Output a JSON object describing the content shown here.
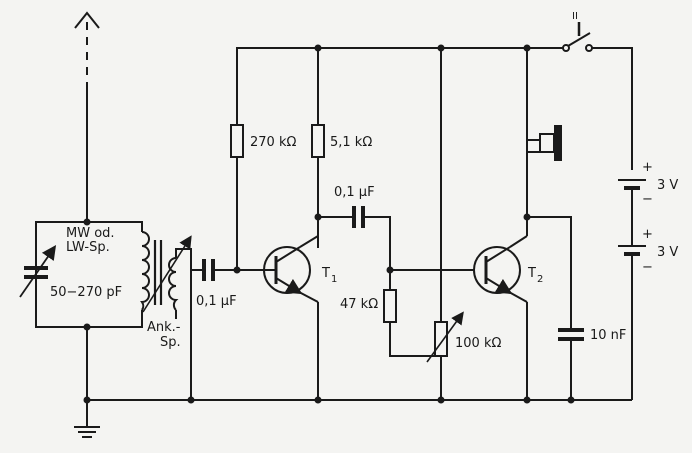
{
  "labels": {
    "coil": "MW od.",
    "coil_sub": "LW-Sp.",
    "tuning_cap": "50−270 pF",
    "antenna_coil": "Ank.-",
    "antenna_coil_sub": "Sp.",
    "coupling_cap_in": "0,1 μF",
    "coupling_cap_mid": "0,1 μF",
    "resistor_bias": "270 kΩ",
    "resistor_collector": "5,1 kΩ",
    "resistor_base2": "47 kΩ",
    "potentiometer": "100 kΩ",
    "cap_output": "10 nF",
    "transistor1": "T",
    "transistor1_sub": "1",
    "transistor2": "T",
    "transistor2_sub": "2",
    "battery_top_v": "3 V",
    "battery_bottom_v": "3 V",
    "battery_top_plus": "+",
    "battery_top_minus": "−",
    "battery_bottom_plus": "+",
    "battery_bottom_minus": "−",
    "switch_mark": "II"
  },
  "colors": {
    "ink": "#1a1a1a",
    "paper": "#f4f4f2"
  }
}
